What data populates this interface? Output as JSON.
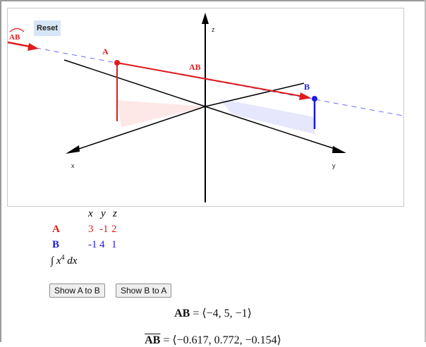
{
  "applet": {
    "reset_label": "Reset",
    "arc_label": "AB",
    "axis_labels": {
      "x": "x",
      "y": "y",
      "z": "z"
    },
    "point_a_label": "A",
    "point_b_label": "B",
    "vector_label": "AB",
    "colors": {
      "point_a": "#e21a1a",
      "point_b": "#1a1ae2",
      "axes": "#000000",
      "dashed": "#6b6bff"
    }
  },
  "table": {
    "headers": [
      "x",
      "y",
      "z"
    ],
    "rows": [
      {
        "name": "A",
        "x": "3",
        "y": "-1",
        "z": "2",
        "color": "#e21a1a"
      },
      {
        "name": "B",
        "x": "-1",
        "y": "4",
        "z": "1",
        "color": "#1a1ae2"
      }
    ],
    "integral_symbol": "∫",
    "integral_expr": "x",
    "integral_power": "4",
    "integral_dx": "dx"
  },
  "buttons": {
    "show_a_to_b": "Show A to B",
    "show_b_to_a": "Show B to A"
  },
  "equations": {
    "vector_name": "AB",
    "vector_value": "= ⟨−4, 5, −1⟩",
    "unit_name": "AB",
    "unit_value": "= ⟨−0.617, 0.772, −0.154⟩"
  }
}
